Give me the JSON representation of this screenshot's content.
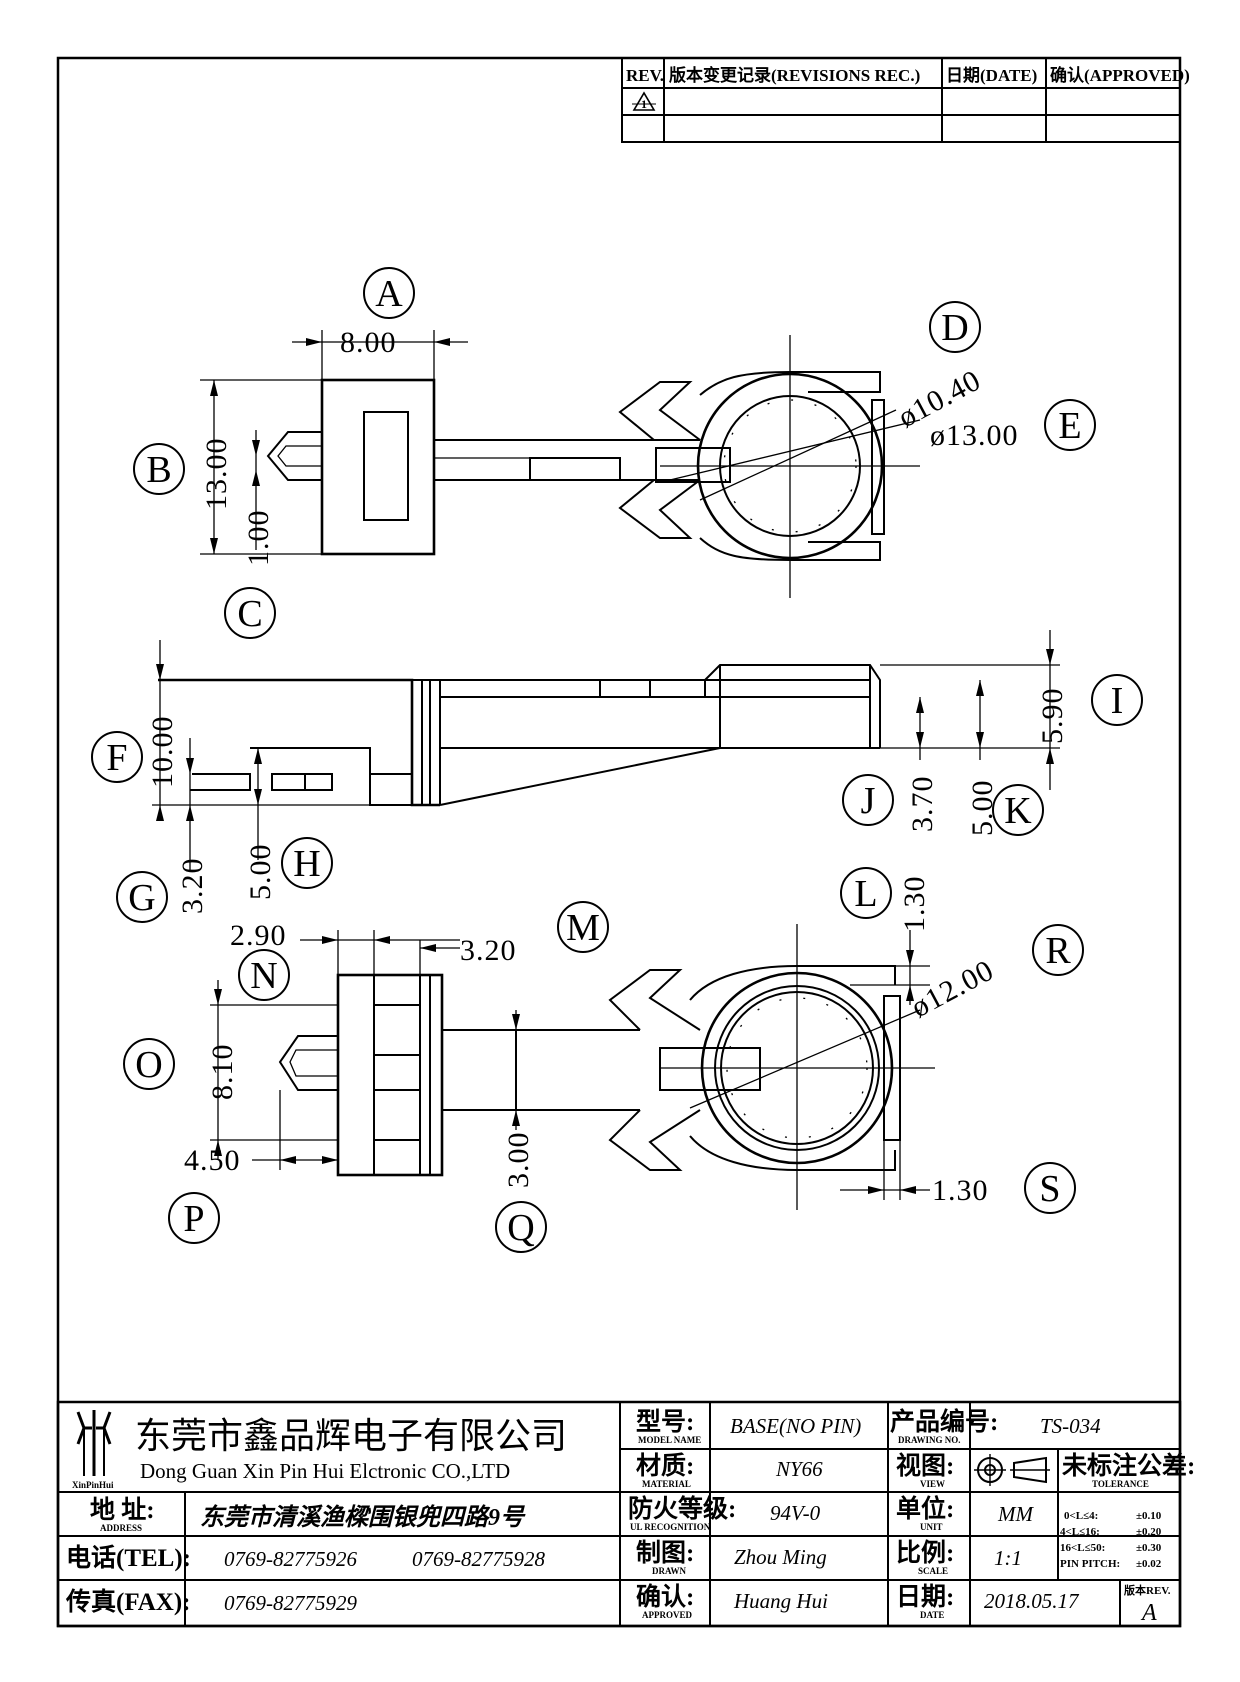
{
  "revision_table": {
    "rev_header": "REV.",
    "record_header": "版本变更记录(REVISIONS REC.)",
    "date_header": "日期(DATE)",
    "approved_header": "确认(APPROVED)",
    "row1_rev": "1"
  },
  "dimensions": {
    "a": "8.00",
    "b": "13.00",
    "c": "1.00",
    "d": "ø10.40",
    "e": "ø13.00",
    "f": "10.00",
    "g": "3.20",
    "h": "5.00",
    "i": "5.90",
    "j": "3.70",
    "k": "5.00",
    "l": "1.30",
    "m1": "2.90",
    "m2": "3.20",
    "n": "8.10",
    "p": "4.50",
    "q": "3.00",
    "r": "ø12.00",
    "s": "1.30"
  },
  "balloons": [
    "A",
    "B",
    "C",
    "D",
    "E",
    "F",
    "G",
    "H",
    "I",
    "J",
    "K",
    "L",
    "M",
    "N",
    "O",
    "P",
    "Q",
    "R",
    "S"
  ],
  "title_block": {
    "company_cn": "东莞市鑫品辉电子有限公司",
    "company_en": "Dong Guan Xin Pin Hui Elctronic CO.,LTD",
    "logo_text": "XinPinHui",
    "address_label": "地 址:",
    "address_label_en": "ADDRESS",
    "address": "东莞市清溪渔樑围银兜四路9号",
    "tel_label": "电话(TEL):",
    "tel1": "0769-82775926",
    "tel2": "0769-82775928",
    "fax_label": "传真(FAX):",
    "fax": "0769-82775929",
    "model_label": "型号:",
    "model_label_en": "MODEL NAME",
    "model": "BASE(NO PIN)",
    "material_label": "材质:",
    "material_label_en": "MATERIAL",
    "material": "NY66",
    "ul_label": "防火等级:",
    "ul_label_en": "UL RECOGNITION",
    "ul": "94V-0",
    "drawn_label": "制图:",
    "drawn_label_en": "DRAWN",
    "drawn": "Zhou Ming",
    "approved_label": "确认:",
    "approved_label_en": "APPROVED",
    "approved": "Huang Hui",
    "drawing_no_label": "产品编号:",
    "drawing_no_label_en": "DRAWING NO.",
    "drawing_no": "TS-034",
    "view_label": "视图:",
    "view_label_en": "VIEW",
    "unit_label": "单位:",
    "unit_label_en": "UNIT",
    "unit": "MM",
    "scale_label": "比例:",
    "scale_label_en": "SCALE",
    "scale": "1:1",
    "date_label": "日期:",
    "date_label_en": "DATE",
    "date": "2018.05.17",
    "tolerance_label": "未标注公差:",
    "tolerance_label_en": "TOLERANCE",
    "tolerances": [
      {
        "range": "0<L≤4:",
        "value": "±0.10"
      },
      {
        "range": "4<L≤16:",
        "value": "±0.20"
      },
      {
        "range": "16<L≤50:",
        "value": "±0.30"
      },
      {
        "range": "PIN PITCH:",
        "value": "±0.02"
      }
    ],
    "rev_label": "版本REV.",
    "rev": "A"
  }
}
